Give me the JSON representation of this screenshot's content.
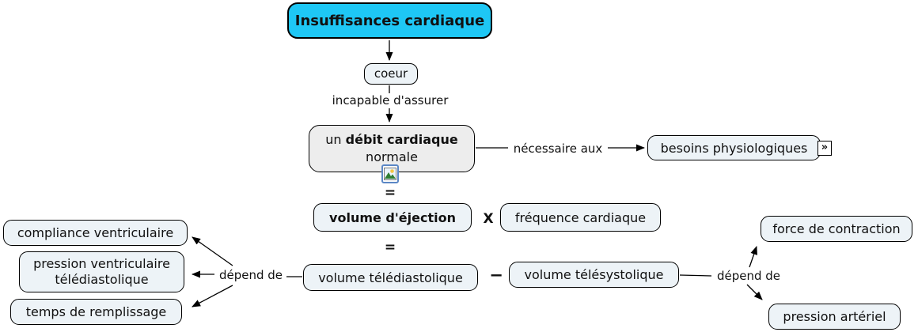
{
  "diagram": {
    "title": "Insuffisances cardiaque",
    "nodes": {
      "root": {
        "label": "Insuffisances cardiaque"
      },
      "coeur": {
        "label": "coeur"
      },
      "debit": {
        "pre": "un ",
        "bold": "débit cardiaque",
        "line2": "normale"
      },
      "besoins": {
        "label": "besoins physiologiques"
      },
      "volume_ejection": {
        "label": "volume d'éjection"
      },
      "frequence": {
        "label": "fréquence cardiaque"
      },
      "volume_telediastolique": {
        "label": "volume télédiastolique"
      },
      "volume_telesystolique": {
        "label": "volume télésystolique"
      },
      "compliance": {
        "label": "compliance ventriculaire"
      },
      "pression_ventriculaire": {
        "line1": "pression ventriculaire",
        "line2": "télédiastolique"
      },
      "temps_remplissage": {
        "label": "temps de remplissage"
      },
      "force_contraction": {
        "label": "force de contraction"
      },
      "pression_arteriel": {
        "label": "pression artériel"
      }
    },
    "linking_phrases": {
      "incapable": "incapable d'assurer",
      "necessaire": "nécessaire aux",
      "equals1": "=",
      "times": "X",
      "equals2": "=",
      "minus": "−",
      "depend_left": "dépend de",
      "depend_right": "dépend de"
    },
    "icons": {
      "image_resource": "image-attachment",
      "linked_map": "»"
    },
    "colors": {
      "root_fill": "#1EC7F5",
      "node_fill": "#EDF3F7",
      "debit_fill": "#EDEDED",
      "line": "#000000",
      "background": "#FFFFFF"
    }
  }
}
